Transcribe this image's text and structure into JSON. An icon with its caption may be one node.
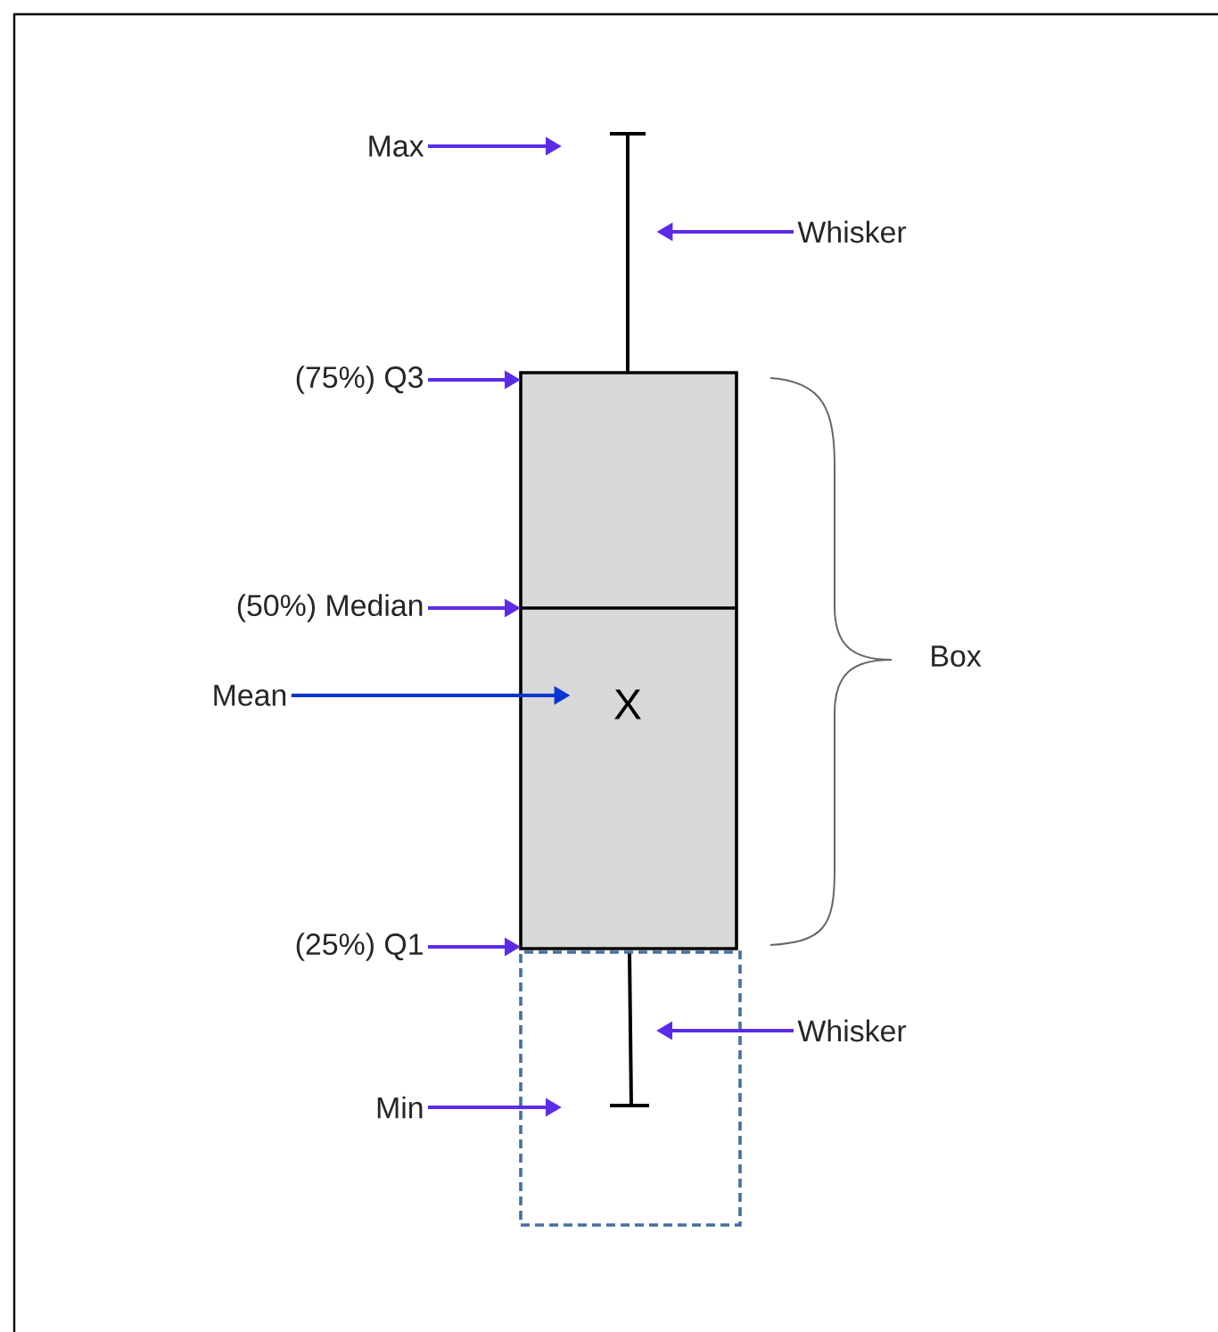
{
  "diagram": {
    "nodes": [
      {
        "text": [
          "Max"
        ]
      },
      {
        "text": [
          "Whisker"
        ]
      },
      {
        "text": [
          "(75%) Q3"
        ]
      },
      {
        "text": [
          "(50%) Median"
        ]
      },
      {
        "text": [
          "Mean"
        ]
      },
      {
        "text": [
          "(25%) Q1"
        ]
      },
      {
        "text": [
          "Whisker"
        ]
      },
      {
        "text": [
          "Min"
        ]
      },
      {
        "text": [
          "Box"
        ]
      },
      {
        "text": [],
        "shape": "box"
      },
      {
        "text": [
          "X"
        ],
        "in": 9
      },
      {
        "text": [],
        "shape": "box"
      },
      {
        "text": [],
        "shape": "bar"
      }
    ],
    "edges": [
      {
        "from": 0,
        "to": null,
        "arrow": "to"
      },
      {
        "from": 1,
        "to": 12,
        "arrow": "to"
      },
      {
        "from": 2,
        "to": 9,
        "arrow": "to"
      },
      {
        "from": 3,
        "to": 9,
        "arrow": "to"
      },
      {
        "from": 4,
        "to": 10,
        "arrow": "to",
        "color": "#0a36d0"
      },
      {
        "from": 5,
        "to": 9,
        "arrow": "to"
      },
      {
        "from": 6,
        "to": 11,
        "arrow": "to"
      },
      {
        "from": 7,
        "to": 11,
        "arrow": "to"
      }
    ]
  }
}
